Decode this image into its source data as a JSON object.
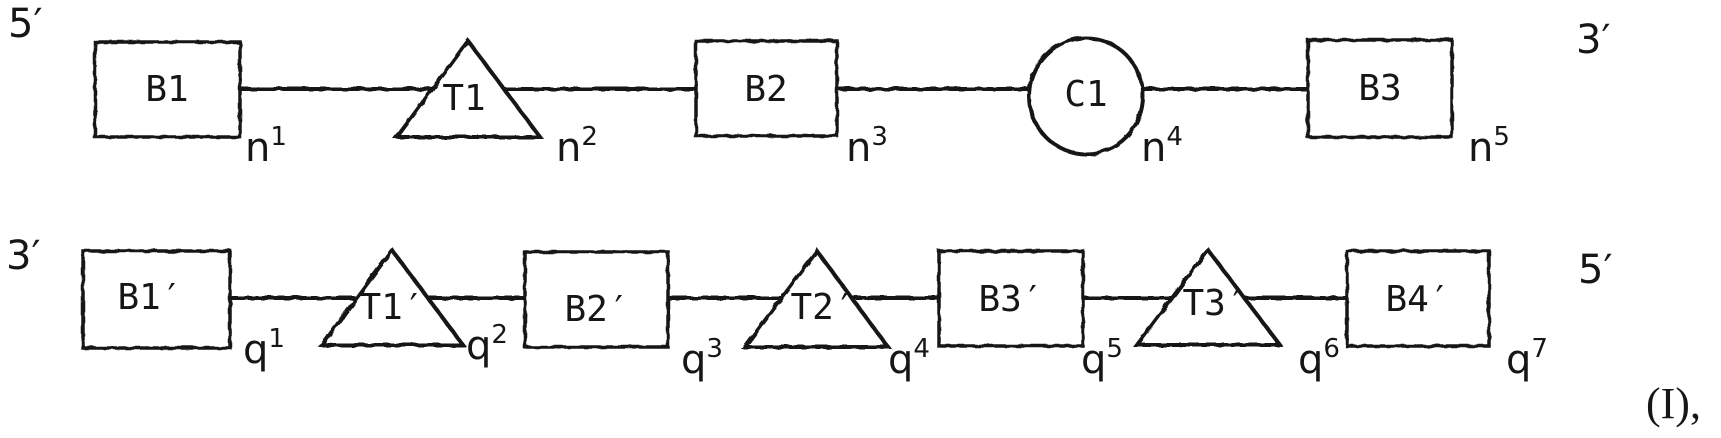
{
  "colors": {
    "ink": "#161616",
    "background": "#ffffff"
  },
  "formula_label": "(I),",
  "top_strand": {
    "five_prime_label": "5′",
    "three_prime_label": "3′",
    "units": [
      {
        "shape": "box",
        "label": "B1"
      },
      {
        "shape": "triangle",
        "label": "T1"
      },
      {
        "shape": "box",
        "label": "B2"
      },
      {
        "shape": "circle",
        "label": "C1"
      },
      {
        "shape": "box",
        "label": "B3"
      }
    ],
    "linkers": [
      {
        "base": "n",
        "sup": "1"
      },
      {
        "base": "n",
        "sup": "2"
      },
      {
        "base": "n",
        "sup": "3"
      },
      {
        "base": "n",
        "sup": "4"
      },
      {
        "base": "n",
        "sup": "5"
      }
    ]
  },
  "bottom_strand": {
    "three_prime_label": "3′",
    "five_prime_label": "5′",
    "units": [
      {
        "shape": "box",
        "label": "B1′"
      },
      {
        "shape": "triangle",
        "label": "T1′"
      },
      {
        "shape": "box",
        "label": "B2′"
      },
      {
        "shape": "triangle",
        "label": "T2′"
      },
      {
        "shape": "box",
        "label": "B3′"
      },
      {
        "shape": "triangle",
        "label": "T3′"
      },
      {
        "shape": "box",
        "label": "B4′"
      }
    ],
    "linkers": [
      {
        "base": "q",
        "sup": "1"
      },
      {
        "base": "q",
        "sup": "2"
      },
      {
        "base": "q",
        "sup": "3"
      },
      {
        "base": "q",
        "sup": "4"
      },
      {
        "base": "q",
        "sup": "5"
      },
      {
        "base": "q",
        "sup": "6"
      },
      {
        "base": "q",
        "sup": "7"
      }
    ]
  }
}
